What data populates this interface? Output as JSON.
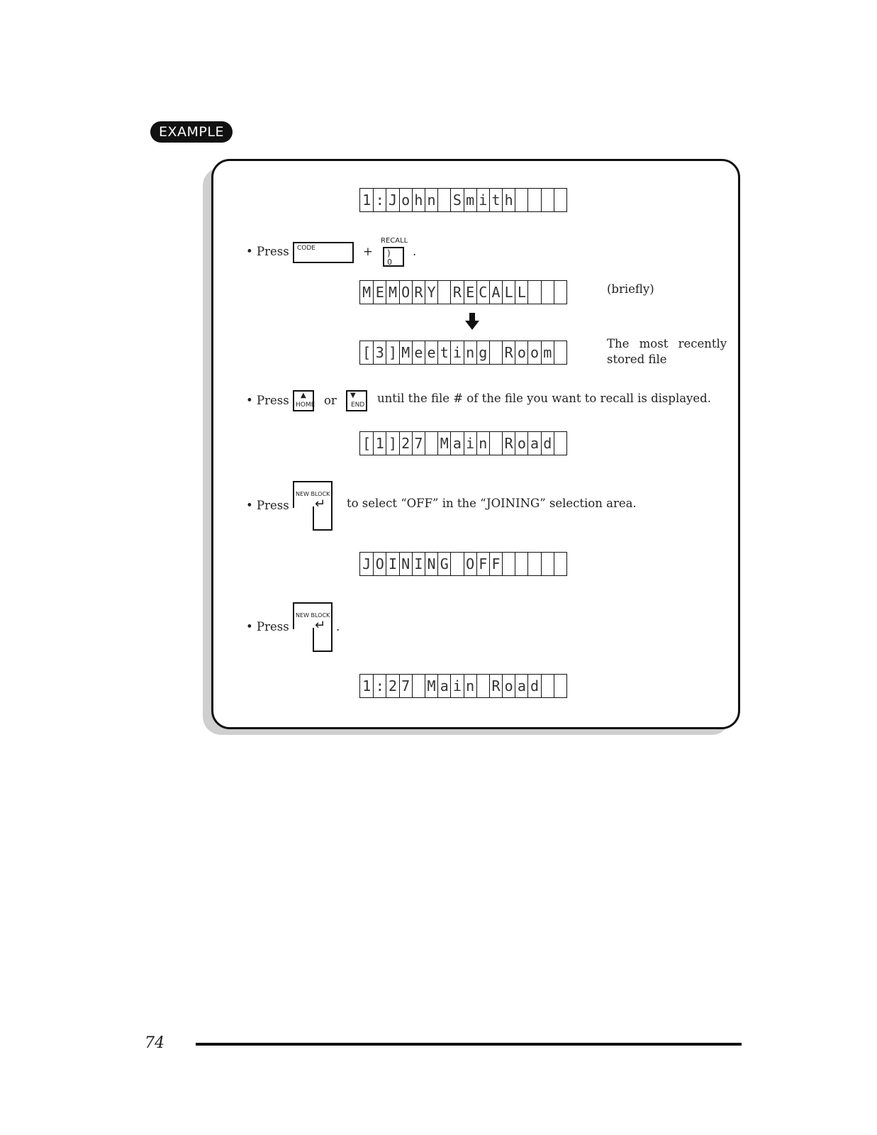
{
  "badge": "EXAMPLE",
  "displays": {
    "d1": [
      "1",
      ":",
      "J",
      "o",
      "h",
      "n",
      "",
      "S",
      "m",
      "i",
      "t",
      "h",
      "",
      "",
      "",
      ""
    ],
    "d2": [
      "M",
      "E",
      "M",
      "O",
      "R",
      "Y",
      "",
      "R",
      "E",
      "C",
      "A",
      "L",
      "L",
      "",
      "",
      ""
    ],
    "d3": [
      "[",
      "3",
      "]",
      "M",
      "e",
      "e",
      "t",
      "i",
      "n",
      "g",
      "",
      "R",
      "o",
      "o",
      "m",
      ""
    ],
    "d4": [
      "[",
      "1",
      "]",
      "2",
      "7",
      "",
      "M",
      "a",
      "i",
      "n",
      "",
      "R",
      "o",
      "a",
      "d",
      ""
    ],
    "d5": [
      "J",
      "O",
      "I",
      "N",
      "I",
      "N",
      "G",
      "",
      "O",
      "F",
      "F",
      "",
      "",
      "",
      "",
      ""
    ],
    "d6": [
      "1",
      ":",
      "2",
      "7",
      "",
      "M",
      "a",
      "i",
      "n",
      "",
      "R",
      "o",
      "a",
      "d",
      "",
      ""
    ]
  },
  "steps": {
    "press": "• Press",
    "plus": "+",
    "period": ".",
    "or": "or",
    "step2_text": "until the file # of the file you want to recall is displayed.",
    "step3_text": "to select “OFF” in the “JOINING” selection area."
  },
  "keys": {
    "code": "CODE",
    "recall_top": "RECALL",
    "recall_sym": ")",
    "recall_bottom": "0",
    "home_sym": "▲",
    "home": "HOME",
    "end_sym": "▼",
    "end": "END",
    "new_block": "NEW BLOCK",
    "enter_sym": "↵"
  },
  "notes": {
    "briefly": "(briefly)",
    "recent_line1": "The most recently",
    "recent_line2": "stored file"
  },
  "footer": {
    "page_number": "74"
  }
}
